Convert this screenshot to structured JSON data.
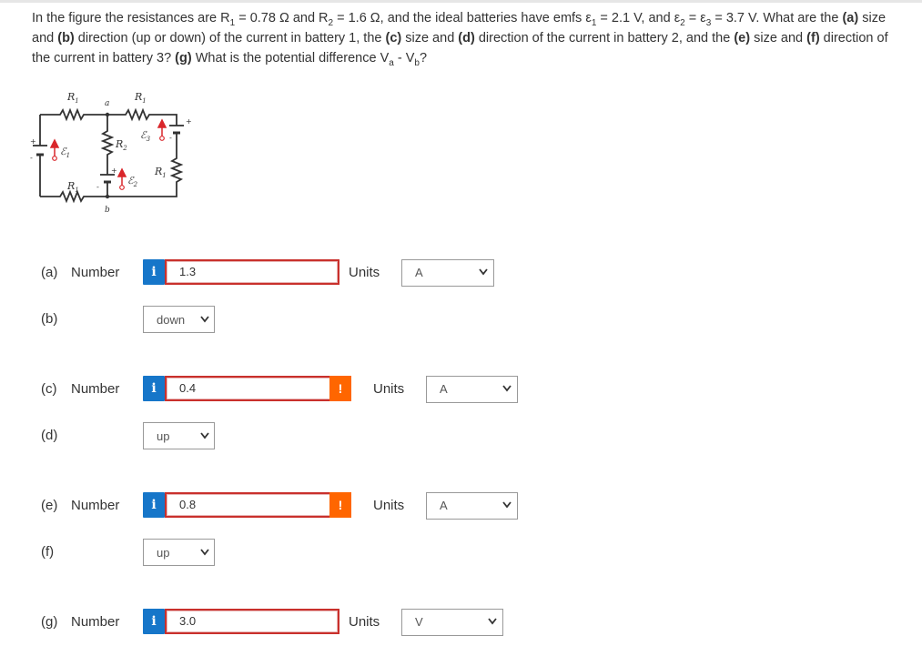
{
  "question": {
    "intro_1": "In the figure the resistances are R",
    "intro_2": " = 0.78 Ω and R",
    "intro_3": " = 1.6 Ω, and the ideal batteries have emfs ε",
    "intro_4": " = 2.1 V, and ε",
    "intro_5": " = ε",
    "intro_6": " = 3.7 V. What are the ",
    "part_a": "(a)",
    "t1": " size and ",
    "part_b": "(b)",
    "t2": " direction (up or down) of the current in battery 1, the ",
    "part_c": "(c)",
    "t3": " size and ",
    "part_d": "(d)",
    "t4": " direction of the current in battery 2, and the ",
    "part_e": "(e)",
    "t5": " size and ",
    "part_f": "(f)",
    "t6": " direction of the current in battery 3? ",
    "part_g": "(g)",
    "t7": " What is the potential difference V",
    "t8": " - V",
    "t9": "?",
    "sub_1": "1",
    "sub_2": "2",
    "sub_3": "3",
    "sub_a": "a",
    "sub_b": "b"
  },
  "figure": {
    "r1_top_left": "R",
    "r1_top_right": "R",
    "r2": "R",
    "r1_right": "R",
    "r1_bottom": "R",
    "node_a": "a",
    "node_b": "b",
    "e1": "ℰ",
    "e2": "ℰ",
    "e3": "ℰ",
    "plus": "+",
    "minus": "-",
    "sub_1": "1",
    "sub_2": "2",
    "sub_3": "3"
  },
  "rows": [
    {
      "part": "(a)",
      "word": "Number",
      "value": "1.3",
      "units_label": "Units",
      "unit": "A",
      "warn": false
    },
    {
      "part": "(b)",
      "direction": "down"
    },
    {
      "part": "(c)",
      "word": "Number",
      "value": "0.4",
      "units_label": "Units",
      "unit": "A",
      "warn": true
    },
    {
      "part": "(d)",
      "direction": "up"
    },
    {
      "part": "(e)",
      "word": "Number",
      "value": "0.8",
      "units_label": "Units",
      "unit": "A",
      "warn": true
    },
    {
      "part": "(f)",
      "direction": "up"
    },
    {
      "part": "(g)",
      "word": "Number",
      "value": "3.0",
      "units_label": "Units",
      "unit": "V",
      "warn": false
    }
  ],
  "icons": {
    "info": "i",
    "warn": "!"
  },
  "colors": {
    "info_blue": "#1676c9",
    "warn_orange": "#ff6600",
    "field_border": "#c9302c"
  }
}
